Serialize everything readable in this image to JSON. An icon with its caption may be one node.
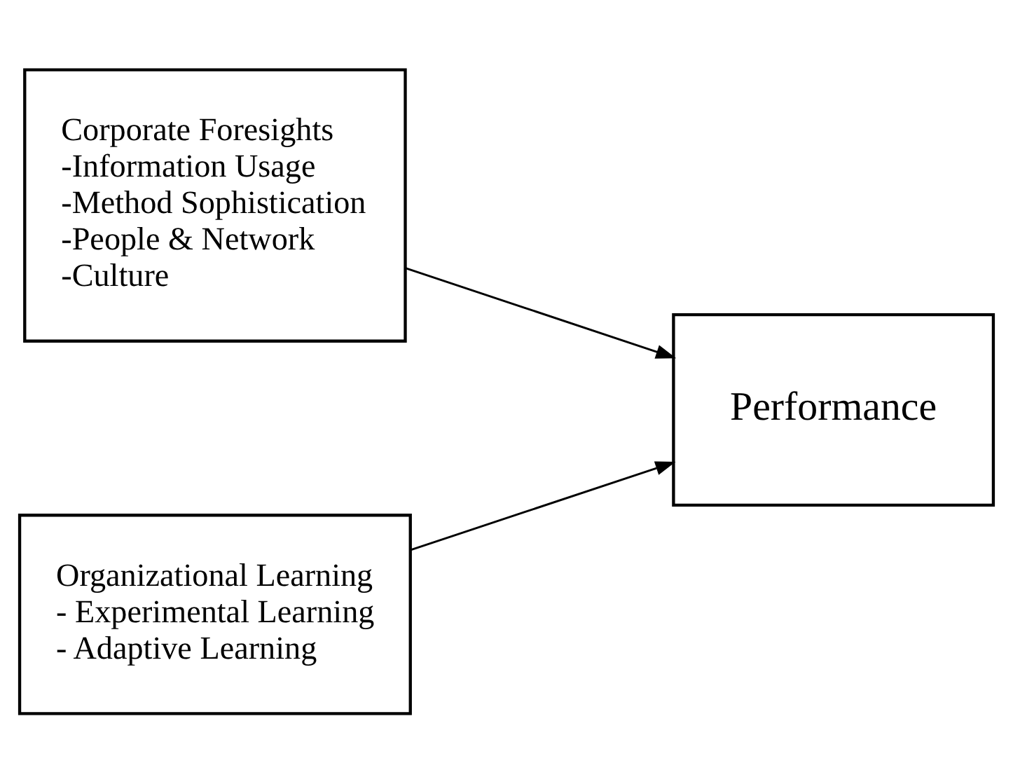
{
  "diagram": {
    "nodes": [
      {
        "text": [
          "Corporate Foresights",
          "-Information Usage",
          "-Method Sophistication",
          "-People & Network",
          "-Culture"
        ]
      },
      {
        "text": [
          "Performance"
        ]
      },
      {
        "text": [
          "Organizational Learning",
          "- Experimental Learning",
          "- Adaptive Learning"
        ]
      }
    ],
    "edges": [
      {
        "from": 0,
        "to": 1,
        "arrow": "to"
      },
      {
        "from": 2,
        "to": 1,
        "arrow": "to"
      }
    ]
  }
}
